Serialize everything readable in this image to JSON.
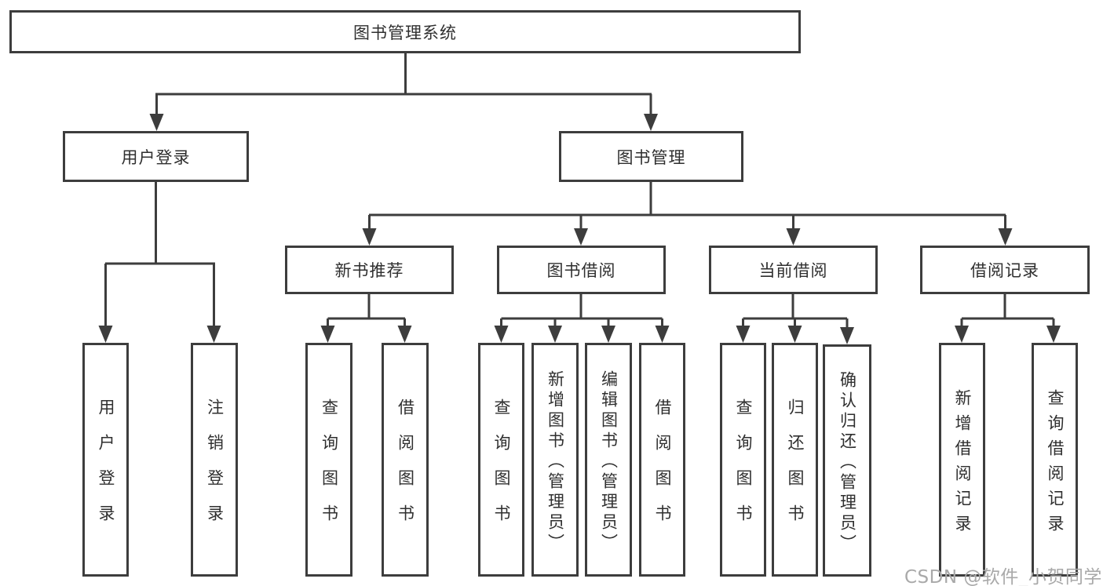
{
  "diagram": {
    "root": {
      "label": "图书管理系统"
    },
    "branches": [
      {
        "label": "用户登录",
        "children": [
          {
            "label": "用户登录"
          },
          {
            "label": "注销登录"
          }
        ]
      },
      {
        "label": "图书管理",
        "children": [
          {
            "label": "新书推荐",
            "children": [
              {
                "label": "查询图书"
              },
              {
                "label": "借阅图书"
              }
            ]
          },
          {
            "label": "图书借阅",
            "children": [
              {
                "label": "查询图书"
              },
              {
                "label": "新增图书（管理员）"
              },
              {
                "label": "编辑图书（管理员）"
              },
              {
                "label": "借阅图书"
              }
            ]
          },
          {
            "label": "当前借阅",
            "children": [
              {
                "label": "查询图书"
              },
              {
                "label": "归还图书"
              },
              {
                "label": "确认归还（管理员）"
              }
            ]
          },
          {
            "label": "借阅记录",
            "children": [
              {
                "label": "新增借阅记录"
              },
              {
                "label": "查询借阅记录"
              }
            ]
          }
        ]
      }
    ],
    "watermark": "CSDN @软件_小贺同学",
    "colors": {
      "line": "#3d3d3d",
      "box_border": "#3d3d3d",
      "text": "#2f2f2f",
      "background": "#ffffff",
      "watermark": "#a9a9a9"
    }
  }
}
